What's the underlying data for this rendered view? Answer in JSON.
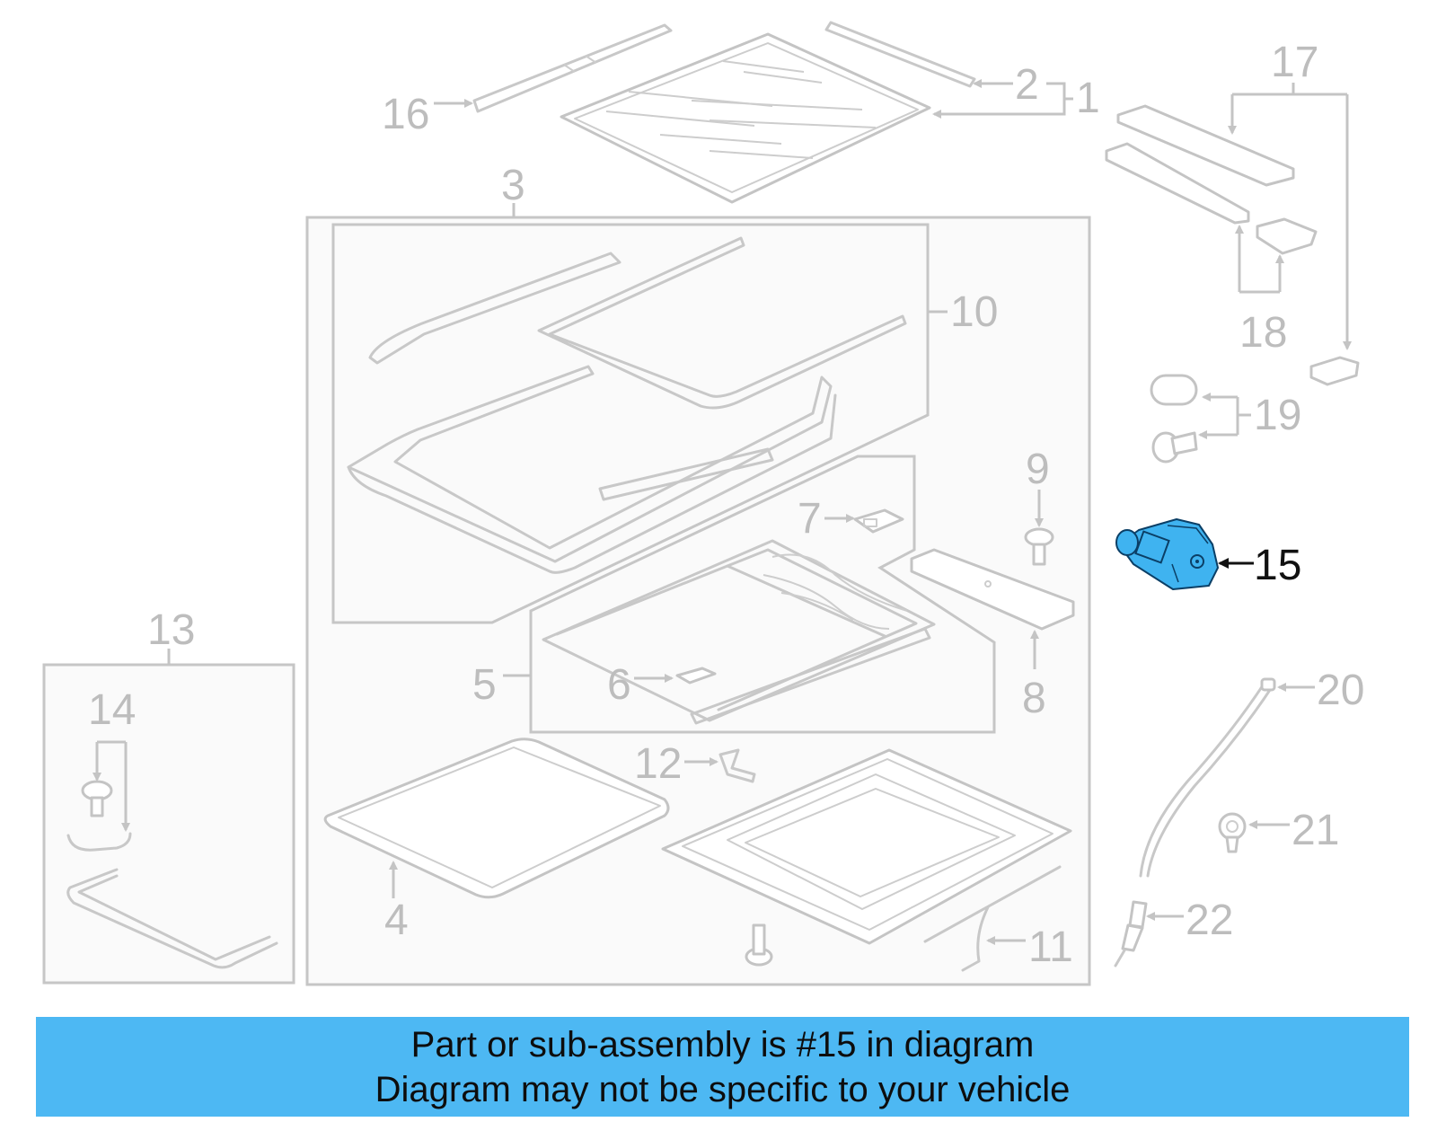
{
  "labels": {
    "p1": "1",
    "p2": "2",
    "p3": "3",
    "p4": "4",
    "p5": "5",
    "p6": "6",
    "p7": "7",
    "p8": "8",
    "p9": "9",
    "p10": "10",
    "p11": "11",
    "p12": "12",
    "p13": "13",
    "p14": "14",
    "p15": "15",
    "p16": "16",
    "p17": "17",
    "p18": "18",
    "p19": "19",
    "p20": "20",
    "p21": "21",
    "p22": "22"
  },
  "highlighted_part": "15",
  "colors": {
    "highlight_part": "#3fb3f0",
    "banner": "#4db8f3",
    "leader_gray": "#c4c4c4"
  },
  "banner": {
    "line1": "Part or sub-assembly is #15 in diagram",
    "line2": "Diagram may not be specific to your vehicle"
  }
}
